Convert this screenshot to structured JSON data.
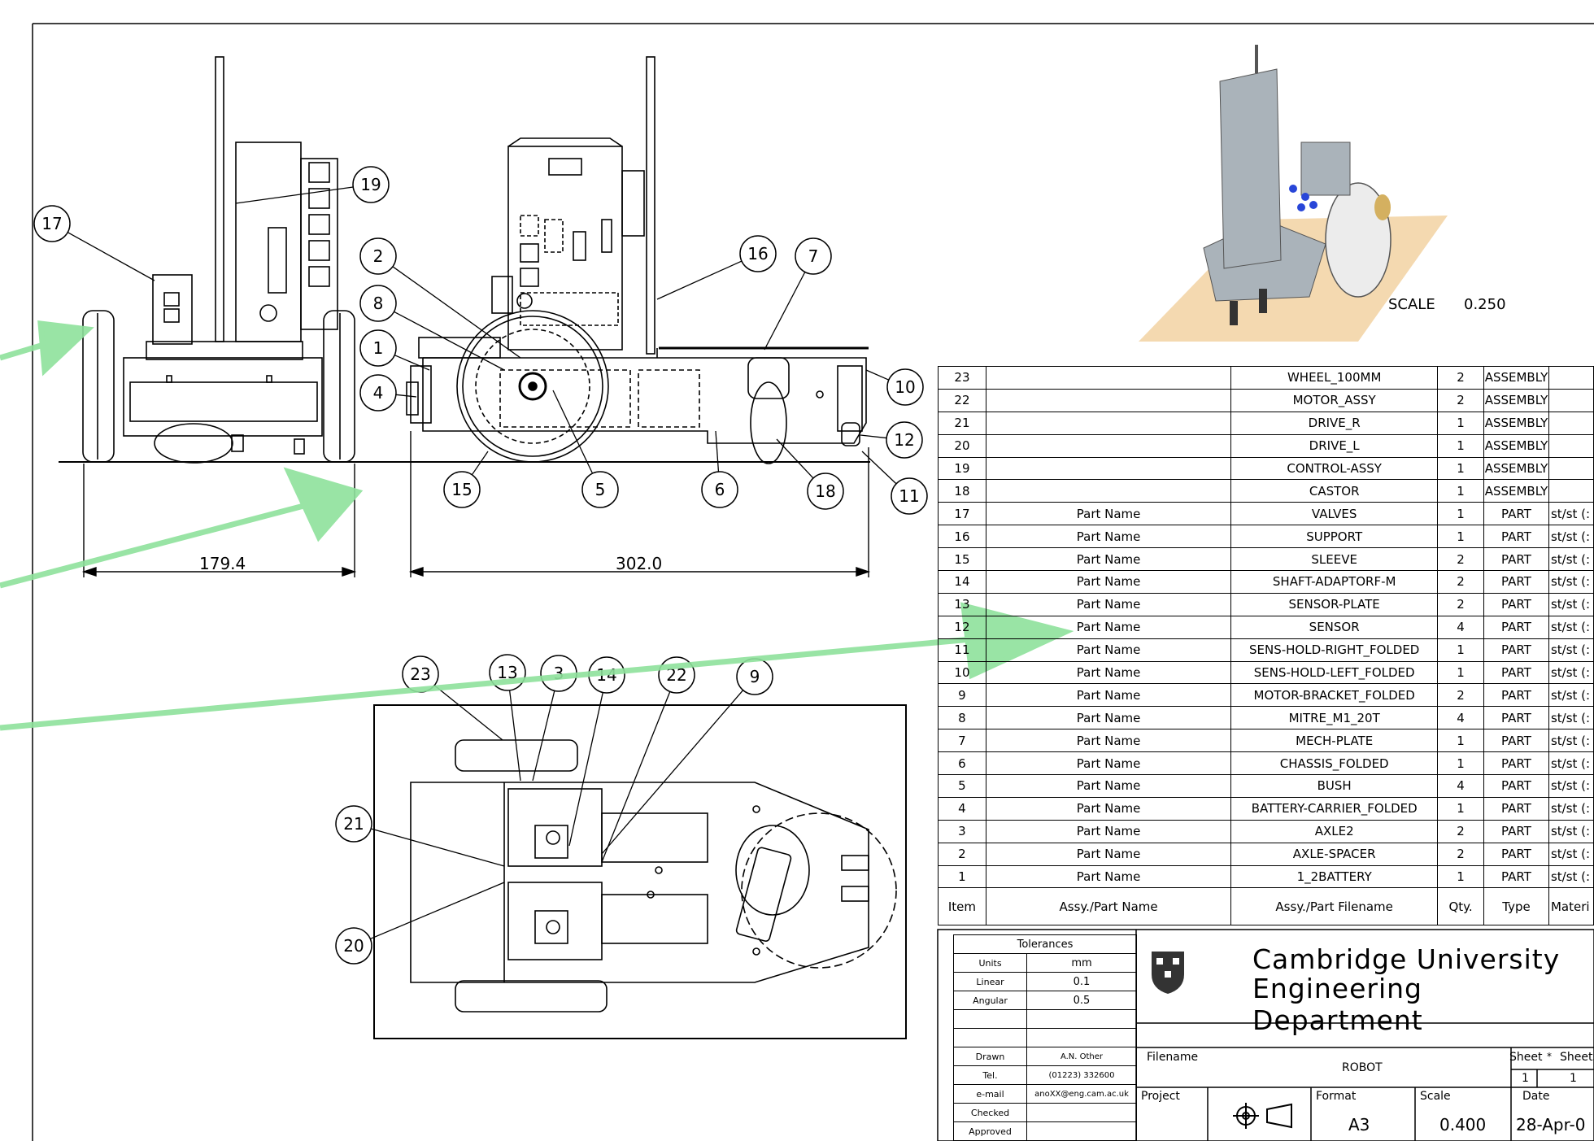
{
  "drawing": {
    "scale_caption": "SCALE",
    "scale_value": "0.250",
    "dimensions": {
      "width_a": "179.4",
      "length_b": "302.0"
    },
    "balloons": [
      "1",
      "2",
      "3",
      "4",
      "5",
      "6",
      "7",
      "8",
      "9",
      "10",
      "11",
      "12",
      "13",
      "14",
      "15",
      "16",
      "17",
      "18",
      "19",
      "20",
      "21",
      "22",
      "23"
    ]
  },
  "bom": {
    "header": {
      "item": "Item",
      "name": "Assy./Part Name",
      "filename": "Assy./Part Filename",
      "qty": "Qty.",
      "type": "Type",
      "material": "Materi"
    },
    "rows": [
      {
        "item": "23",
        "name": "",
        "filename": "WHEEL_100MM",
        "qty": "2",
        "type": "ASSEMBLY",
        "material": ""
      },
      {
        "item": "22",
        "name": "",
        "filename": "MOTOR_ASSY",
        "qty": "2",
        "type": "ASSEMBLY",
        "material": ""
      },
      {
        "item": "21",
        "name": "",
        "filename": "DRIVE_R",
        "qty": "1",
        "type": "ASSEMBLY",
        "material": ""
      },
      {
        "item": "20",
        "name": "",
        "filename": "DRIVE_L",
        "qty": "1",
        "type": "ASSEMBLY",
        "material": ""
      },
      {
        "item": "19",
        "name": "",
        "filename": "CONTROL-ASSY",
        "qty": "1",
        "type": "ASSEMBLY",
        "material": ""
      },
      {
        "item": "18",
        "name": "",
        "filename": "CASTOR",
        "qty": "1",
        "type": "ASSEMBLY",
        "material": ""
      },
      {
        "item": "17",
        "name": "Part Name",
        "filename": "VALVES",
        "qty": "1",
        "type": "PART",
        "material": "st/st (:"
      },
      {
        "item": "16",
        "name": "Part Name",
        "filename": "SUPPORT",
        "qty": "1",
        "type": "PART",
        "material": "st/st (:"
      },
      {
        "item": "15",
        "name": "Part Name",
        "filename": "SLEEVE",
        "qty": "2",
        "type": "PART",
        "material": "st/st (:"
      },
      {
        "item": "14",
        "name": "Part Name",
        "filename": "SHAFT-ADAPTORF-M",
        "qty": "2",
        "type": "PART",
        "material": "st/st (:"
      },
      {
        "item": "13",
        "name": "Part Name",
        "filename": "SENSOR-PLATE",
        "qty": "2",
        "type": "PART",
        "material": "st/st (:"
      },
      {
        "item": "12",
        "name": "Part Name",
        "filename": "SENSOR",
        "qty": "4",
        "type": "PART",
        "material": "st/st (:"
      },
      {
        "item": "11",
        "name": "Part Name",
        "filename": "SENS-HOLD-RIGHT_FOLDED",
        "qty": "1",
        "type": "PART",
        "material": "st/st (:"
      },
      {
        "item": "10",
        "name": "Part Name",
        "filename": "SENS-HOLD-LEFT_FOLDED",
        "qty": "1",
        "type": "PART",
        "material": "st/st (:"
      },
      {
        "item": "9",
        "name": "Part Name",
        "filename": "MOTOR-BRACKET_FOLDED",
        "qty": "2",
        "type": "PART",
        "material": "st/st (:"
      },
      {
        "item": "8",
        "name": "Part Name",
        "filename": "MITRE_M1_20T",
        "qty": "4",
        "type": "PART",
        "material": "st/st (:"
      },
      {
        "item": "7",
        "name": "Part Name",
        "filename": "MECH-PLATE",
        "qty": "1",
        "type": "PART",
        "material": "st/st (:"
      },
      {
        "item": "6",
        "name": "Part Name",
        "filename": "CHASSIS_FOLDED",
        "qty": "1",
        "type": "PART",
        "material": "st/st (:"
      },
      {
        "item": "5",
        "name": "Part Name",
        "filename": "BUSH",
        "qty": "4",
        "type": "PART",
        "material": "st/st (:"
      },
      {
        "item": "4",
        "name": "Part Name",
        "filename": "BATTERY-CARRIER_FOLDED",
        "qty": "1",
        "type": "PART",
        "material": "st/st (:"
      },
      {
        "item": "3",
        "name": "Part Name",
        "filename": "AXLE2",
        "qty": "2",
        "type": "PART",
        "material": "st/st (:"
      },
      {
        "item": "2",
        "name": "Part Name",
        "filename": "AXLE-SPACER",
        "qty": "2",
        "type": "PART",
        "material": "st/st (:"
      },
      {
        "item": "1",
        "name": "Part Name",
        "filename": "1_2BATTERY",
        "qty": "1",
        "type": "PART",
        "material": "st/st (:"
      }
    ]
  },
  "title_block": {
    "org_line1": "Cambridge University",
    "org_line2": "Engineering Department",
    "tolerances": {
      "heading": "Tolerances",
      "rows": [
        {
          "label": "Units",
          "value": "mm"
        },
        {
          "label": "Linear",
          "value": "0.1"
        },
        {
          "label": "Angular",
          "value": "0.5"
        },
        {
          "label": "",
          "value": ""
        },
        {
          "label": "",
          "value": ""
        }
      ]
    },
    "people": [
      {
        "label": "Drawn",
        "value": "A.N. Other"
      },
      {
        "label": "Tel.",
        "value": "(01223) 332600"
      },
      {
        "label": "e-mail",
        "value": "anoXX@eng.cam.ac.uk"
      },
      {
        "label": "Checked",
        "value": ""
      },
      {
        "label": "Approved",
        "value": ""
      }
    ],
    "filename_label": "Filename",
    "filename_value": "ROBOT",
    "sheet_label": "Sheet",
    "sheets_label": "Sheets",
    "sheet_sep": "*",
    "sheet_value": "1",
    "sheets_value": "1",
    "project_label": "Project",
    "format_label": "Format",
    "format_value": "A3",
    "scale_label": "Scale",
    "scale_value": "0.400",
    "date_label": "Date",
    "date_value": "28-Apr-0"
  },
  "colors": {
    "annotation_arrow": "#8ee29c",
    "ink": "#000000",
    "iso_body": "#aab3ba",
    "iso_floor": "#f4d9b0",
    "pcb": "#2f8a3a"
  }
}
